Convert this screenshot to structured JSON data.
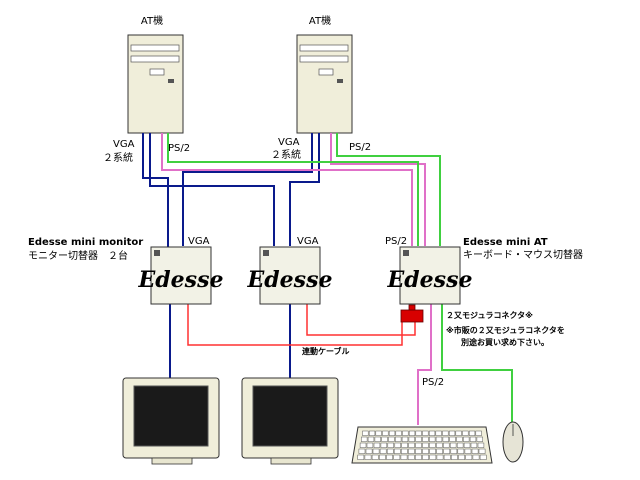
{
  "pc_left": {
    "label": "AT機"
  },
  "pc_right": {
    "label": "AT機"
  },
  "pc_left_vga": {
    "label": "VGA",
    "sub": "２系統"
  },
  "pc_left_ps2": {
    "label": "PS/2"
  },
  "pc_right_vga": {
    "label": "VGA",
    "sub": "２系統"
  },
  "pc_right_ps2": {
    "label": "PS/2"
  },
  "monitor_switch": {
    "title": "Edesse mini monitor",
    "sub": "モニター切替器　２台"
  },
  "switch1_vga": {
    "label": "VGA"
  },
  "switch2_vga": {
    "label": "VGA"
  },
  "kvm_switch": {
    "title": "Edesse mini AT",
    "sub": "キーボード・マウス切替器"
  },
  "kvm_ps2_in": {
    "label": "PS/2"
  },
  "kvm_ps2_out": {
    "label": "PS/2"
  },
  "device_brand": "Edesse",
  "modular_connector": {
    "title": "２又モジュラコネクタ※"
  },
  "note": {
    "line1": "※市販の２又モジュラコネクタを",
    "line2": "別途お買い求め下さい。"
  },
  "link_cable": {
    "label": "連動ケーブル"
  },
  "colors": {
    "vga_cable": "#0a1a8c",
    "ps2_keyboard": "#e070c8",
    "ps2_mouse": "#40d040",
    "link_cable": "#ff3030",
    "connector": "#d80000"
  }
}
